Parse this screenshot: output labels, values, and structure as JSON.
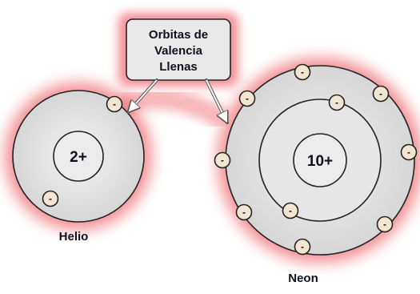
{
  "callout": {
    "lines": [
      "Orbitas de",
      "Valencia",
      "Llenas"
    ]
  },
  "atoms": {
    "helium": {
      "name": "Helio",
      "nucleus_charge": "2+",
      "electron_sign": "-",
      "shells": [
        2
      ]
    },
    "neon": {
      "name": "Neon",
      "nucleus_charge": "10+",
      "electron_sign": "-",
      "shells": [
        2,
        8
      ]
    }
  },
  "colors": {
    "glow": "#e8333a",
    "shell_fill": "#e2e2e2",
    "ring_stroke": "#222222",
    "electron_fill": "#f2e6d0",
    "callout_fill": "#e9e9e9",
    "text": "#101020",
    "arrow": "#ffffff"
  }
}
